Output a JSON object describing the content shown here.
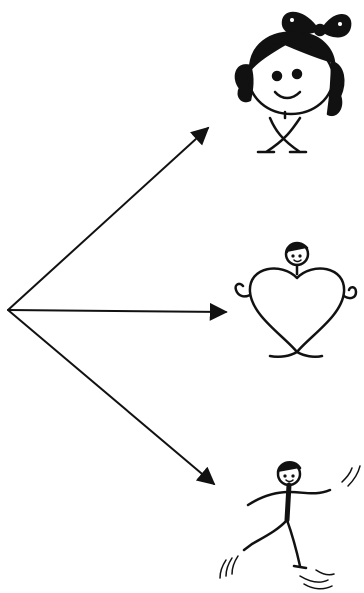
{
  "illustration": {
    "ink_color": "#111111",
    "paper_color": "#ffffff",
    "arrows": [
      {
        "target": "girl-with-bow"
      },
      {
        "target": "heart-figure"
      },
      {
        "target": "skating-figure"
      }
    ],
    "figures": [
      {
        "name": "girl-with-bow"
      },
      {
        "name": "heart-figure"
      },
      {
        "name": "skating-figure"
      }
    ]
  }
}
